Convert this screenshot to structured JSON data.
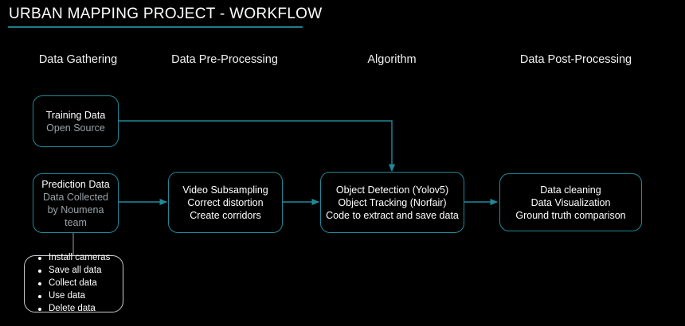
{
  "slide": {
    "title": "URBAN MAPPING PROJECT - WORKFLOW",
    "accent_color": "#1f8a99",
    "rule_color": "#1f7d8c",
    "background_color": "#000000",
    "text_color": "#ffffff",
    "muted_text_color": "#9aa3a8",
    "list_border_color": "#c9cdd1"
  },
  "columns": [
    {
      "label": "Data Gathering"
    },
    {
      "label": "Data Pre-Processing"
    },
    {
      "label": "Algorithm"
    },
    {
      "label": "Data Post-Processing"
    }
  ],
  "nodes": {
    "training_data": {
      "title": "Training Data",
      "subtitle": "Open Source"
    },
    "prediction_data": {
      "title": "Prediction Data",
      "line2": "Data Collected",
      "line3": "by Noumena",
      "line4": "team"
    },
    "preprocessing": {
      "line1": "Video Subsampling",
      "line2": "Correct distortion",
      "line3": "Create corridors"
    },
    "algorithm": {
      "line1": "Object Detection (Yolov5)",
      "line2": "Object Tracking (Norfair)",
      "line3": "Code to extract and save data"
    },
    "postprocessing": {
      "line1": "Data cleaning",
      "line2": "Data Visualization",
      "line3": "Ground truth comparison"
    },
    "tasks": {
      "items": [
        "Install cameras",
        "Save all data",
        "Collect data",
        "Use data",
        "Delete data"
      ]
    }
  }
}
